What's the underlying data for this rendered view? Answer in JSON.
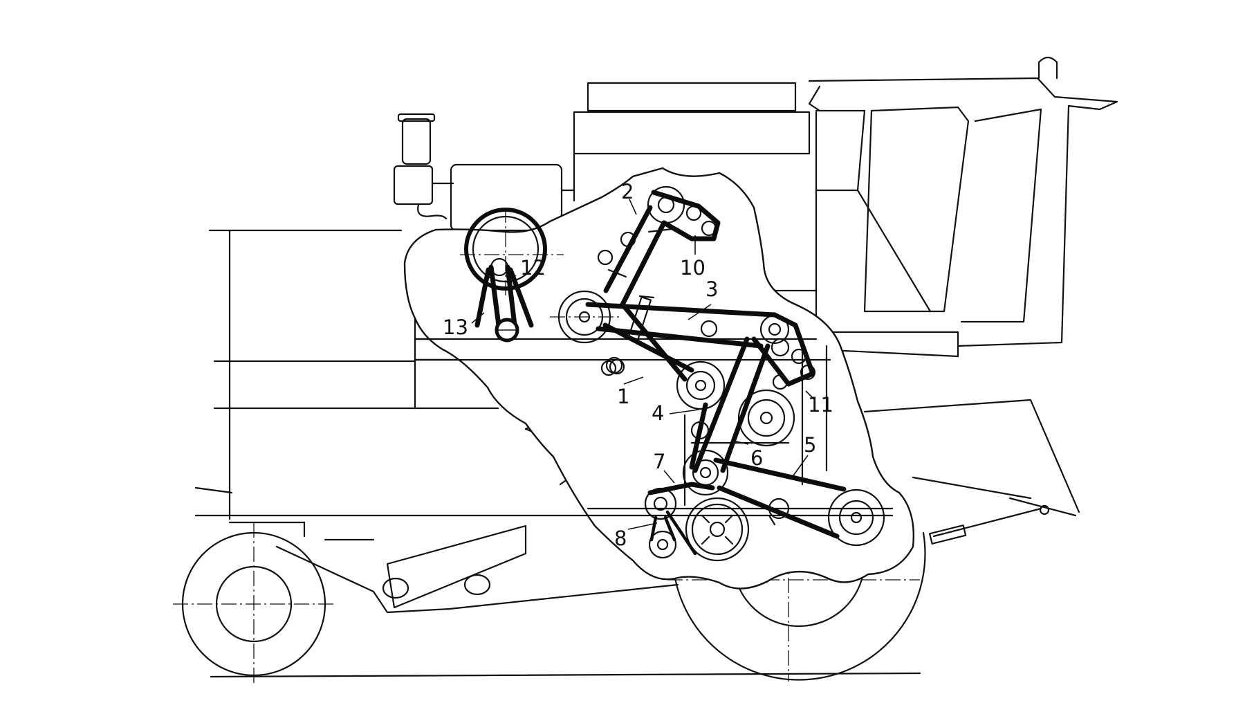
{
  "callouts": [
    "1",
    "2",
    "3",
    "4",
    "5",
    "6",
    "7",
    "8",
    "10",
    "11",
    "12",
    "13"
  ],
  "colors": {
    "line": "#111111",
    "background": "#ffffff"
  }
}
